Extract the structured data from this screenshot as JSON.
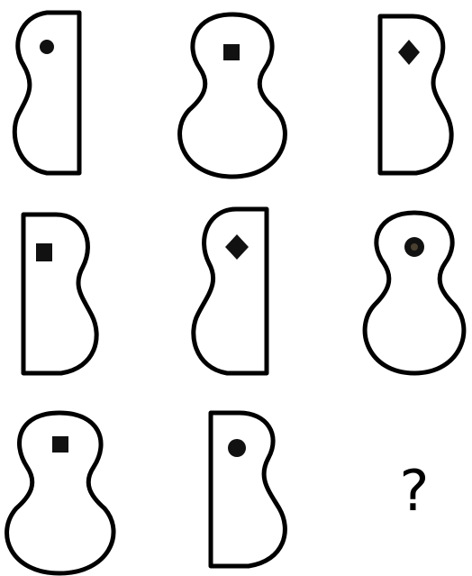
{
  "puzzle": {
    "grid_rows": 3,
    "grid_cols": 3,
    "cells": [
      {
        "row": 1,
        "col": 1,
        "shape": "left-half-body",
        "symbol": "circle"
      },
      {
        "row": 1,
        "col": 2,
        "shape": "full-body",
        "symbol": "square"
      },
      {
        "row": 1,
        "col": 3,
        "shape": "right-half-body",
        "symbol": "diamond"
      },
      {
        "row": 2,
        "col": 1,
        "shape": "right-half-body",
        "symbol": "square"
      },
      {
        "row": 2,
        "col": 2,
        "shape": "left-half-body",
        "symbol": "diamond"
      },
      {
        "row": 2,
        "col": 3,
        "shape": "full-body",
        "symbol": "circle"
      },
      {
        "row": 3,
        "col": 1,
        "shape": "full-body",
        "symbol": "square"
      },
      {
        "row": 3,
        "col": 2,
        "shape": "right-half-body",
        "symbol": "circle"
      },
      {
        "row": 3,
        "col": 3,
        "shape": "unknown",
        "symbol": "unknown"
      }
    ],
    "missing_cell_label": "?"
  }
}
